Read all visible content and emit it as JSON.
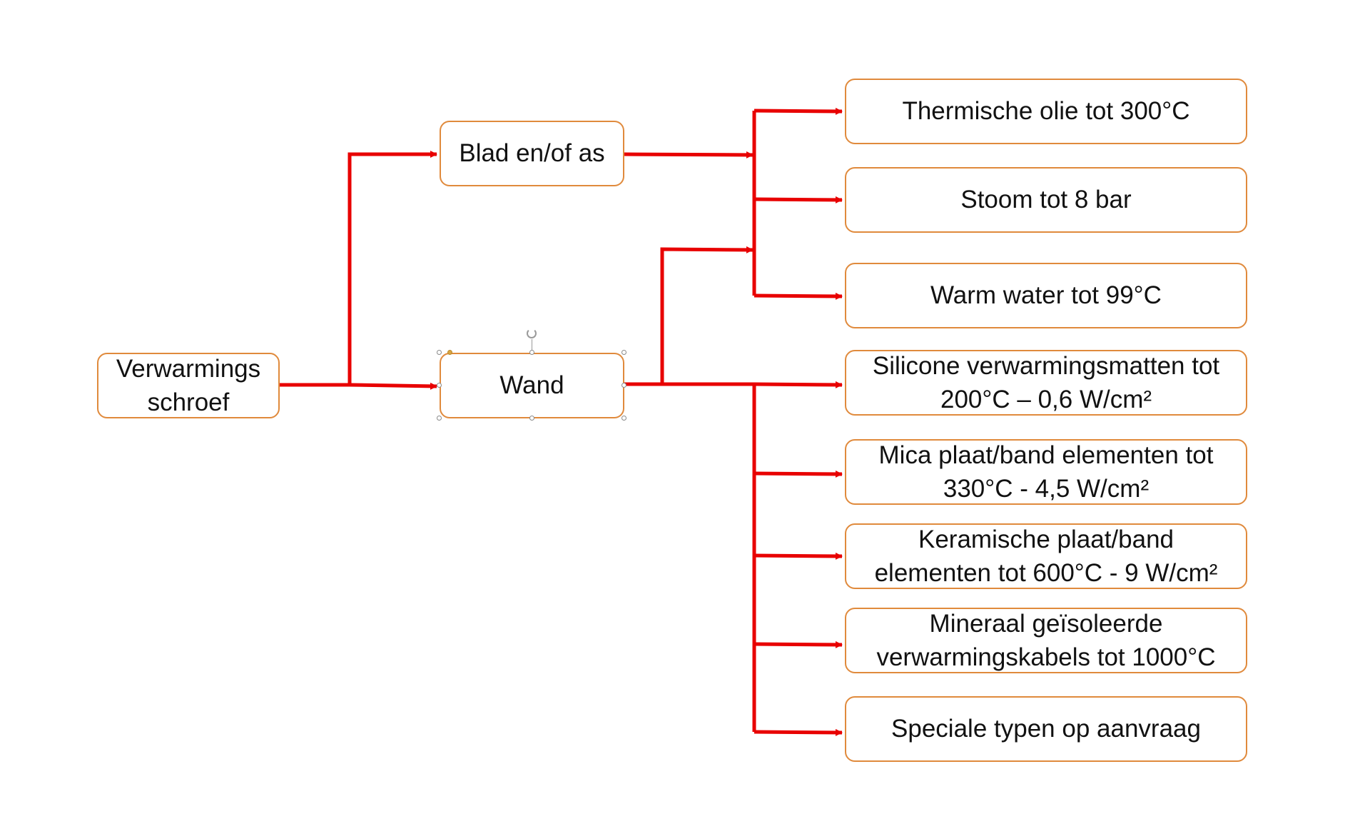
{
  "diagram": {
    "root": {
      "label": "Verwarmings\nschroef"
    },
    "branches": [
      {
        "label": "Blad en/of as"
      },
      {
        "label": "Wand"
      }
    ],
    "media": [
      {
        "label": "Thermische olie tot 300°C"
      },
      {
        "label": "Stoom tot 8 bar"
      },
      {
        "label": "Warm water tot 99°C"
      }
    ],
    "electric": [
      {
        "label": "Silicone verwarmingsmatten tot\n200°C – 0,6 W/cm²"
      },
      {
        "label": "Mica plaat/band elementen tot\n330°C  - 4,5 W/cm²"
      },
      {
        "label": "Keramische plaat/band\nelementen tot 600°C - 9 W/cm²"
      },
      {
        "label": "Mineraal geïsoleerde\nverwarmingskabels tot 1000°C"
      },
      {
        "label": "Speciale typen op aanvraag"
      }
    ]
  },
  "colors": {
    "connector": "#e80000",
    "box_border": "#e08a3c"
  }
}
